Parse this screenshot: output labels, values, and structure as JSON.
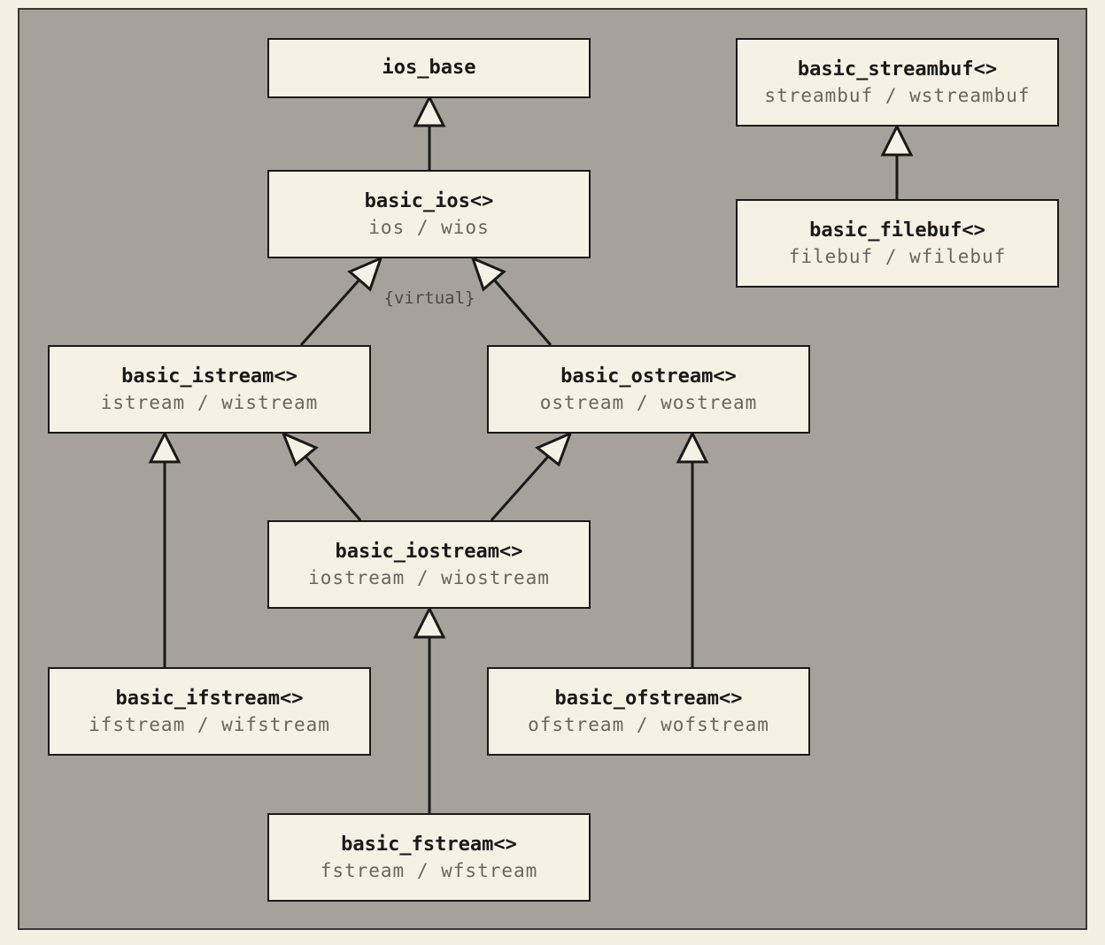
{
  "diagram": {
    "colors": {
      "background": "#a6a29b",
      "box_fill": "#f6f1e5",
      "line": "#1a1917",
      "alias_text": "#6a665f"
    },
    "nodes": {
      "ios_base": {
        "name": "ios_base",
        "alias": ""
      },
      "basic_ios": {
        "name": "basic_ios<>",
        "alias": "ios / wios"
      },
      "basic_istream": {
        "name": "basic_istream<>",
        "alias": "istream / wistream"
      },
      "basic_ostream": {
        "name": "basic_ostream<>",
        "alias": "ostream / wostream"
      },
      "basic_iostream": {
        "name": "basic_iostream<>",
        "alias": "iostream / wiostream"
      },
      "basic_ifstream": {
        "name": "basic_ifstream<>",
        "alias": "ifstream / wifstream"
      },
      "basic_ofstream": {
        "name": "basic_ofstream<>",
        "alias": "ofstream / wofstream"
      },
      "basic_fstream": {
        "name": "basic_fstream<>",
        "alias": "fstream / wfstream"
      },
      "basic_streambuf": {
        "name": "basic_streambuf<>",
        "alias": "streambuf / wstreambuf"
      },
      "basic_filebuf": {
        "name": "basic_filebuf<>",
        "alias": "filebuf / wfilebuf"
      }
    },
    "edges": [
      {
        "from": "basic_ios",
        "to": "ios_base"
      },
      {
        "from": "basic_istream",
        "to": "basic_ios"
      },
      {
        "from": "basic_ostream",
        "to": "basic_ios"
      },
      {
        "from": "basic_iostream",
        "to": "basic_istream"
      },
      {
        "from": "basic_iostream",
        "to": "basic_ostream"
      },
      {
        "from": "basic_ifstream",
        "to": "basic_istream"
      },
      {
        "from": "basic_ofstream",
        "to": "basic_ostream"
      },
      {
        "from": "basic_fstream",
        "to": "basic_iostream"
      },
      {
        "from": "basic_filebuf",
        "to": "basic_streambuf"
      }
    ],
    "virtual_label": "{virtual}"
  }
}
